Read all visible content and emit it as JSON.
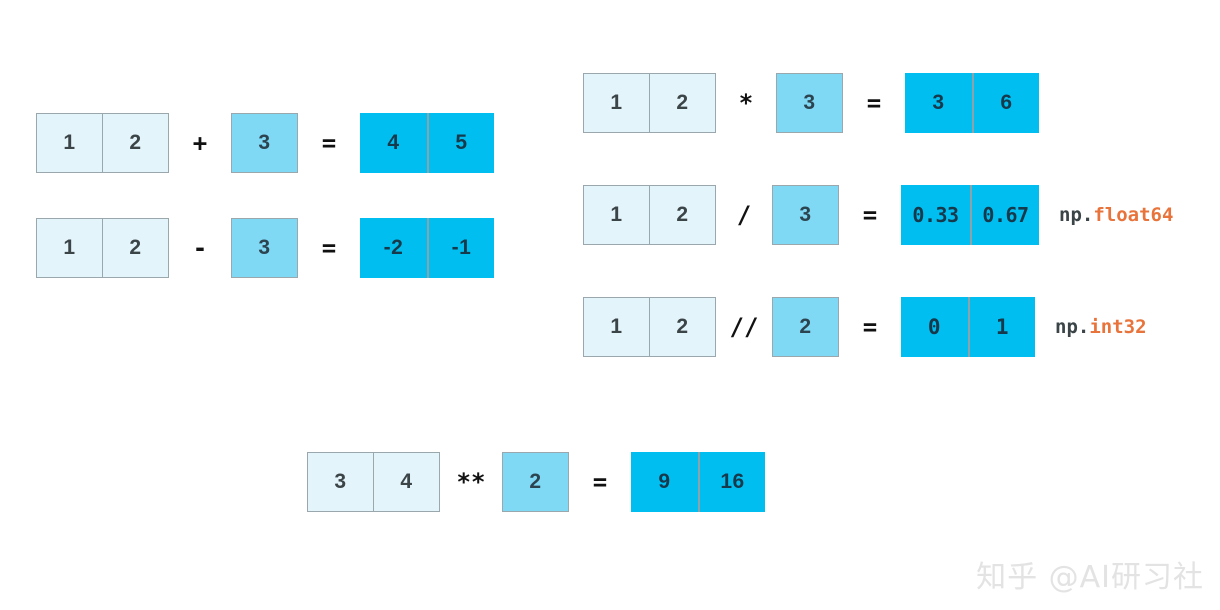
{
  "background": "#ffffff",
  "colors": {
    "operand_fill": "#e4f4fb",
    "scalar_fill": "#7fd8f4",
    "result_fill": "#00bff0",
    "cell_border": "#9aa7ad",
    "operand_text": "#3b4447",
    "result_text": "#17394c",
    "operator_text": "#111111",
    "dtype_namespace": "#3b4447",
    "dtype_accent": "#e8743b",
    "watermark": "#e3e3e3"
  },
  "rows": [
    {
      "id": "add",
      "operand": [
        "1",
        "2"
      ],
      "operator": "+",
      "scalar": [
        "3"
      ],
      "equals": "=",
      "result": [
        "4",
        "5"
      ],
      "dtype_prefix": "",
      "dtype_name": ""
    },
    {
      "id": "subtract",
      "operand": [
        "1",
        "2"
      ],
      "operator": "-",
      "scalar": [
        "3"
      ],
      "equals": "=",
      "result": [
        "-2",
        "-1"
      ],
      "dtype_prefix": "",
      "dtype_name": ""
    },
    {
      "id": "multiply",
      "operand": [
        "1",
        "2"
      ],
      "operator": "*",
      "scalar": [
        "3"
      ],
      "equals": "=",
      "result": [
        "3",
        "6"
      ],
      "dtype_prefix": "",
      "dtype_name": ""
    },
    {
      "id": "divide",
      "operand": [
        "1",
        "2"
      ],
      "operator": "/",
      "scalar": [
        "3"
      ],
      "equals": "=",
      "result": [
        "0.33",
        "0.67"
      ],
      "dtype_prefix": "np.",
      "dtype_name": "float64"
    },
    {
      "id": "floor-divide",
      "operand": [
        "1",
        "2"
      ],
      "operator": "//",
      "scalar": [
        "2"
      ],
      "equals": "=",
      "result": [
        "0",
        "1"
      ],
      "dtype_prefix": "np.",
      "dtype_name": "int32"
    },
    {
      "id": "power",
      "operand": [
        "3",
        "4"
      ],
      "operator": "**",
      "scalar": [
        "2"
      ],
      "equals": "=",
      "result": [
        "9",
        "16"
      ],
      "dtype_prefix": "",
      "dtype_name": ""
    }
  ],
  "watermark": {
    "text": "知乎 @AI研习社"
  }
}
